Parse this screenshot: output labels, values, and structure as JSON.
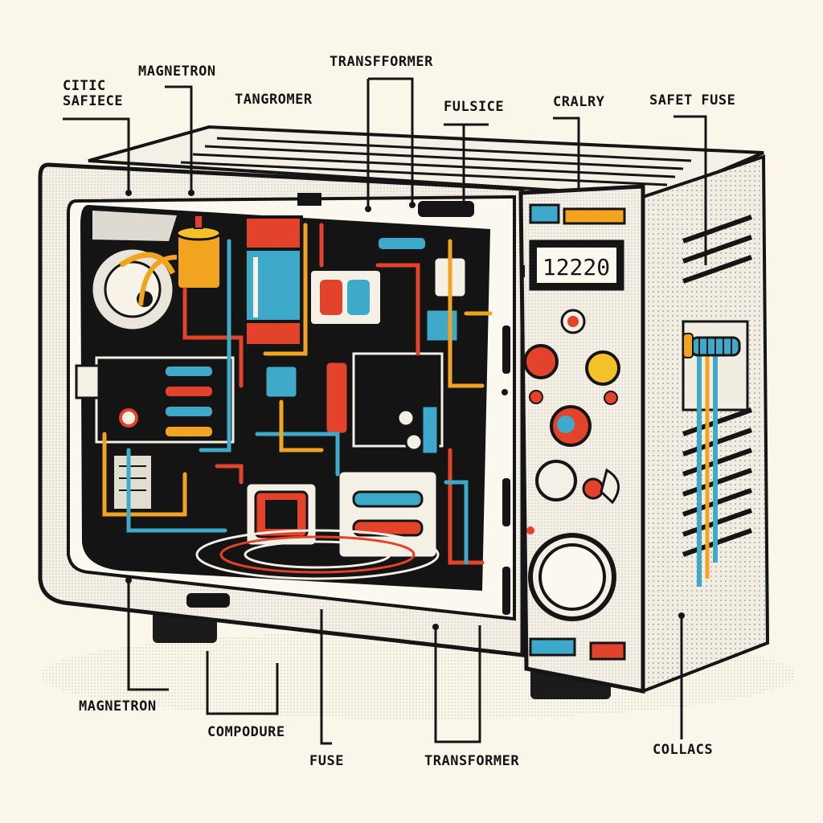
{
  "labels": {
    "citic_safiece": {
      "line1": "CITIC",
      "line2": "SAFIECE"
    },
    "magnetron_top": "MAGNETRON",
    "tangromer": "TANGROMER",
    "transfformer_top": "TRANSFFORMER",
    "fulsice": "FULSICE",
    "cralry": "CRALRY",
    "safet_fuse": "SAFET FUSE",
    "magnetron_bottom": "MAGNETRON",
    "compodure": "COMPODURE",
    "fuse": "FUSE",
    "transformer_bottom": "TRANSFORMER",
    "collacs": "COLLACS"
  },
  "control_panel": {
    "display": "12220"
  },
  "colors": {
    "background": "#fbf6ea",
    "outline": "#151515",
    "red": "#e2432a",
    "orange": "#f2a31f",
    "teal": "#3fa9c9",
    "yellow": "#f5c12b",
    "casing": "#f4f0e6"
  }
}
